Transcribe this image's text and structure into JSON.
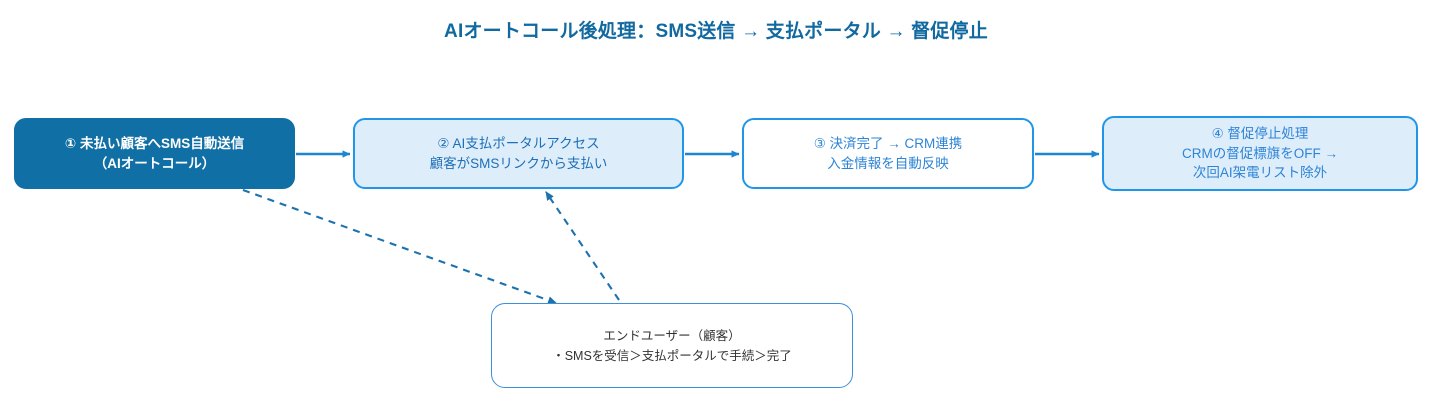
{
  "title": "AIオートコール後処理：SMS送信 → 支払ポータル → 督促停止",
  "colors": {
    "title": "#11699F",
    "primary_fill": "#106FA4",
    "accent_border": "#2196E8",
    "light_fill": "#DEEDFA",
    "edge": "#1E86CE",
    "note_text": "#333333"
  },
  "nodes": {
    "step1": {
      "id": "1",
      "lines": [
        "① 未払い顧客へSMS自動送信",
        "（AIオートコール）"
      ]
    },
    "step2": {
      "id": "2",
      "lines": [
        "② AI支払ポータルアクセス",
        "顧客がSMSリンクから支払い"
      ]
    },
    "step3": {
      "id": "3",
      "lines": [
        "③ 決済完了 → CRM連携",
        "入金情報を自動反映"
      ]
    },
    "step4": {
      "id": "4",
      "lines": [
        "④ 督促停止処理",
        "CRMの督促標旗をOFF →",
        "次回AI架電リスト除外"
      ]
    },
    "end_user": {
      "lines": [
        "エンドユーザー（顧客）",
        "・SMSを受信＞支払ポータルで手続＞完了"
      ]
    }
  },
  "edges": [
    {
      "name": "step1-to-step2",
      "style": "solid",
      "from": "step1",
      "to": "step2"
    },
    {
      "name": "step2-to-step3",
      "style": "solid",
      "from": "step2",
      "to": "step3"
    },
    {
      "name": "step3-to-step4",
      "style": "solid",
      "from": "step3",
      "to": "step4"
    },
    {
      "name": "step1-to-end-user",
      "style": "dashed",
      "from": "step1",
      "to": "end_user"
    },
    {
      "name": "end-user-to-step2",
      "style": "dashed",
      "from": "end_user",
      "to": "step2"
    }
  ]
}
